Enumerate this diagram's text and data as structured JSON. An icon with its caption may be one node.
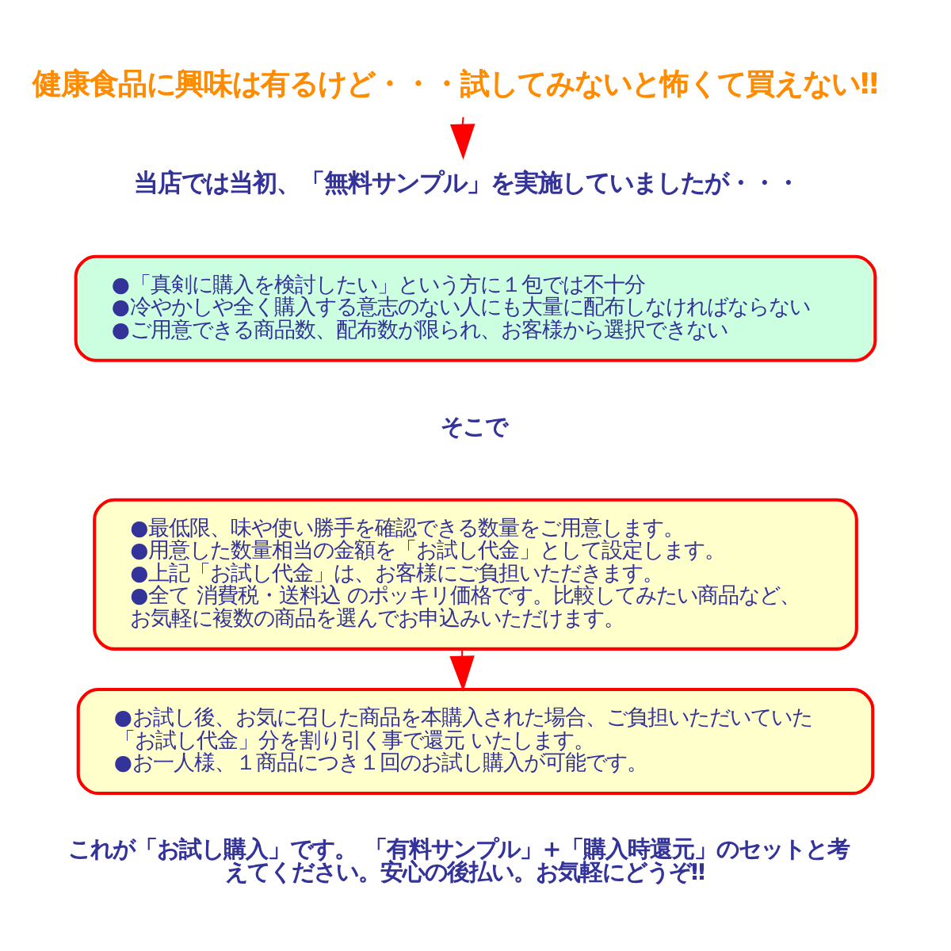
{
  "diagram": {
    "nodes": [
      {
        "text": [
          "健康食品に興味は有るけど・・・試してみないと怖くて買えない‼"
        ]
      },
      {
        "text": [
          "当店では当初、「無料サンプル」を実施していましたが・・・"
        ]
      },
      {
        "text": [
          "●「真剣に購入を検討したい」という方に１包では不十分",
          "●冷やかしや全く購入する意志のない人にも大量に配布しなければならない",
          "●ご用意できる商品数、配布数が限られ、お客様から選択できない"
        ]
      },
      {
        "text": [
          "●最低限、味や使い勝手を確認できる数量をご用意します。",
          "●用意した数量相当の金額を「お試し代金」として設定します。",
          "●上記「お試し代金」は、お客様にご負担いただきます。",
          "●全て 消費税・送料込 のポッキリ価格です。比較してみたい商品など、お気軽に複数の商品を選んでお申込みいただけます。"
        ]
      },
      {
        "text": [
          "●お試し後、お気に召した商品を本購入された場合、ご負担いただいていた「お試し代金」分を割り引く事で還元 いたします。",
          "●お一人様、１商品につき１回のお試し購入が可能です。"
        ]
      }
    ],
    "edges": [
      {
        "from": 0,
        "to": 1,
        "arrow": "to"
      },
      {
        "from": 3,
        "to": 4,
        "arrow": "to"
      }
    ],
    "labels": [
      "そこで",
      "これが「お試し購入」です。 「有料サンプル」+「購入時還元」のセットと考えてください。安心の後払い。お気軽にどうぞ‼"
    ]
  }
}
